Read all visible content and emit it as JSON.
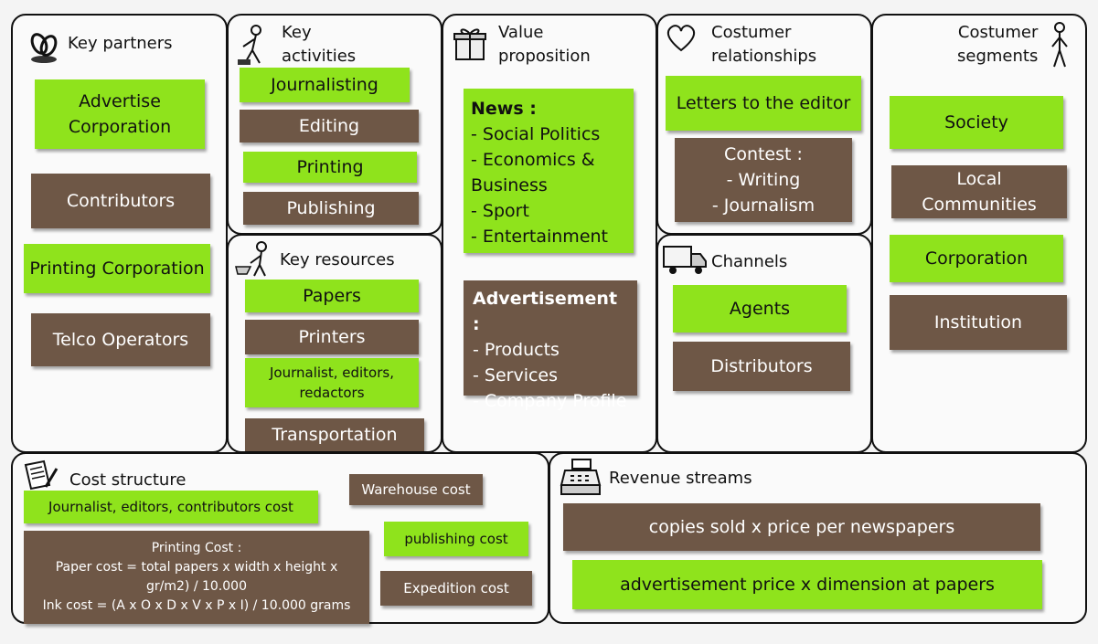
{
  "colors": {
    "green": "#8fe31c",
    "brown": "#6e5746",
    "border": "#111111"
  },
  "key_partners": {
    "title": "Key partners",
    "icon": "chain-link-icon",
    "items": [
      "Advertise\nCorporation",
      "Contributors",
      "Printing Corporation",
      "Telco Operators"
    ]
  },
  "key_activities": {
    "title": "Key\nactivities",
    "icon": "worker-pushing-cart-icon",
    "items": [
      "Journalisting",
      "Editing",
      "Printing",
      "Publishing"
    ]
  },
  "key_resources": {
    "title": "Key resources",
    "icon": "worker-with-wheelbarrow-icon",
    "items": [
      "Papers",
      "Printers",
      "Journalist, editors,\nredactors",
      "Transportation"
    ]
  },
  "value_proposition": {
    "title": "Value\nproposition",
    "icon": "gift-box-icon",
    "news_heading": "News :",
    "news_items": "- Social Politics\n- Economics &\nBusiness\n- Sport\n- Entertainment",
    "ads_heading": "Advertisement :",
    "ads_items": "- Products\n- Services\n- Company Profile"
  },
  "customer_relationships": {
    "title": "Costumer\nrelationships",
    "icon": "heart-icon",
    "items": [
      "Letters to the editor",
      "Contest :\n- Writing\n- Journalism"
    ]
  },
  "channels": {
    "title": "Channels",
    "icon": "delivery-truck-icon",
    "items": [
      "Agents",
      "Distributors"
    ]
  },
  "customer_segments": {
    "title": "Costumer\nsegments",
    "icon": "person-icon",
    "items": [
      "Society",
      "Local Communities",
      "Corporation",
      "Institution"
    ]
  },
  "cost_structure": {
    "title": "Cost structure",
    "icon": "document-pen-icon",
    "items": {
      "journalist_cost": "Journalist, editors, contributors cost",
      "warehouse_cost": "Warehouse cost",
      "publishing_cost": "publishing cost",
      "expedition_cost": "Expedition cost",
      "printing_cost": "Printing  Cost :\nPaper cost =  total papers  x width  x height  x\ngr/m2)  / 10.000\nInk cost = (A x O x D x V x P x I)  / 10.000  grams"
    }
  },
  "revenue_streams": {
    "title": "Revenue streams",
    "icon": "cash-register-icon",
    "items": [
      "copies sold x price per newspapers",
      "advertisement  price x dimension  at papers"
    ]
  }
}
